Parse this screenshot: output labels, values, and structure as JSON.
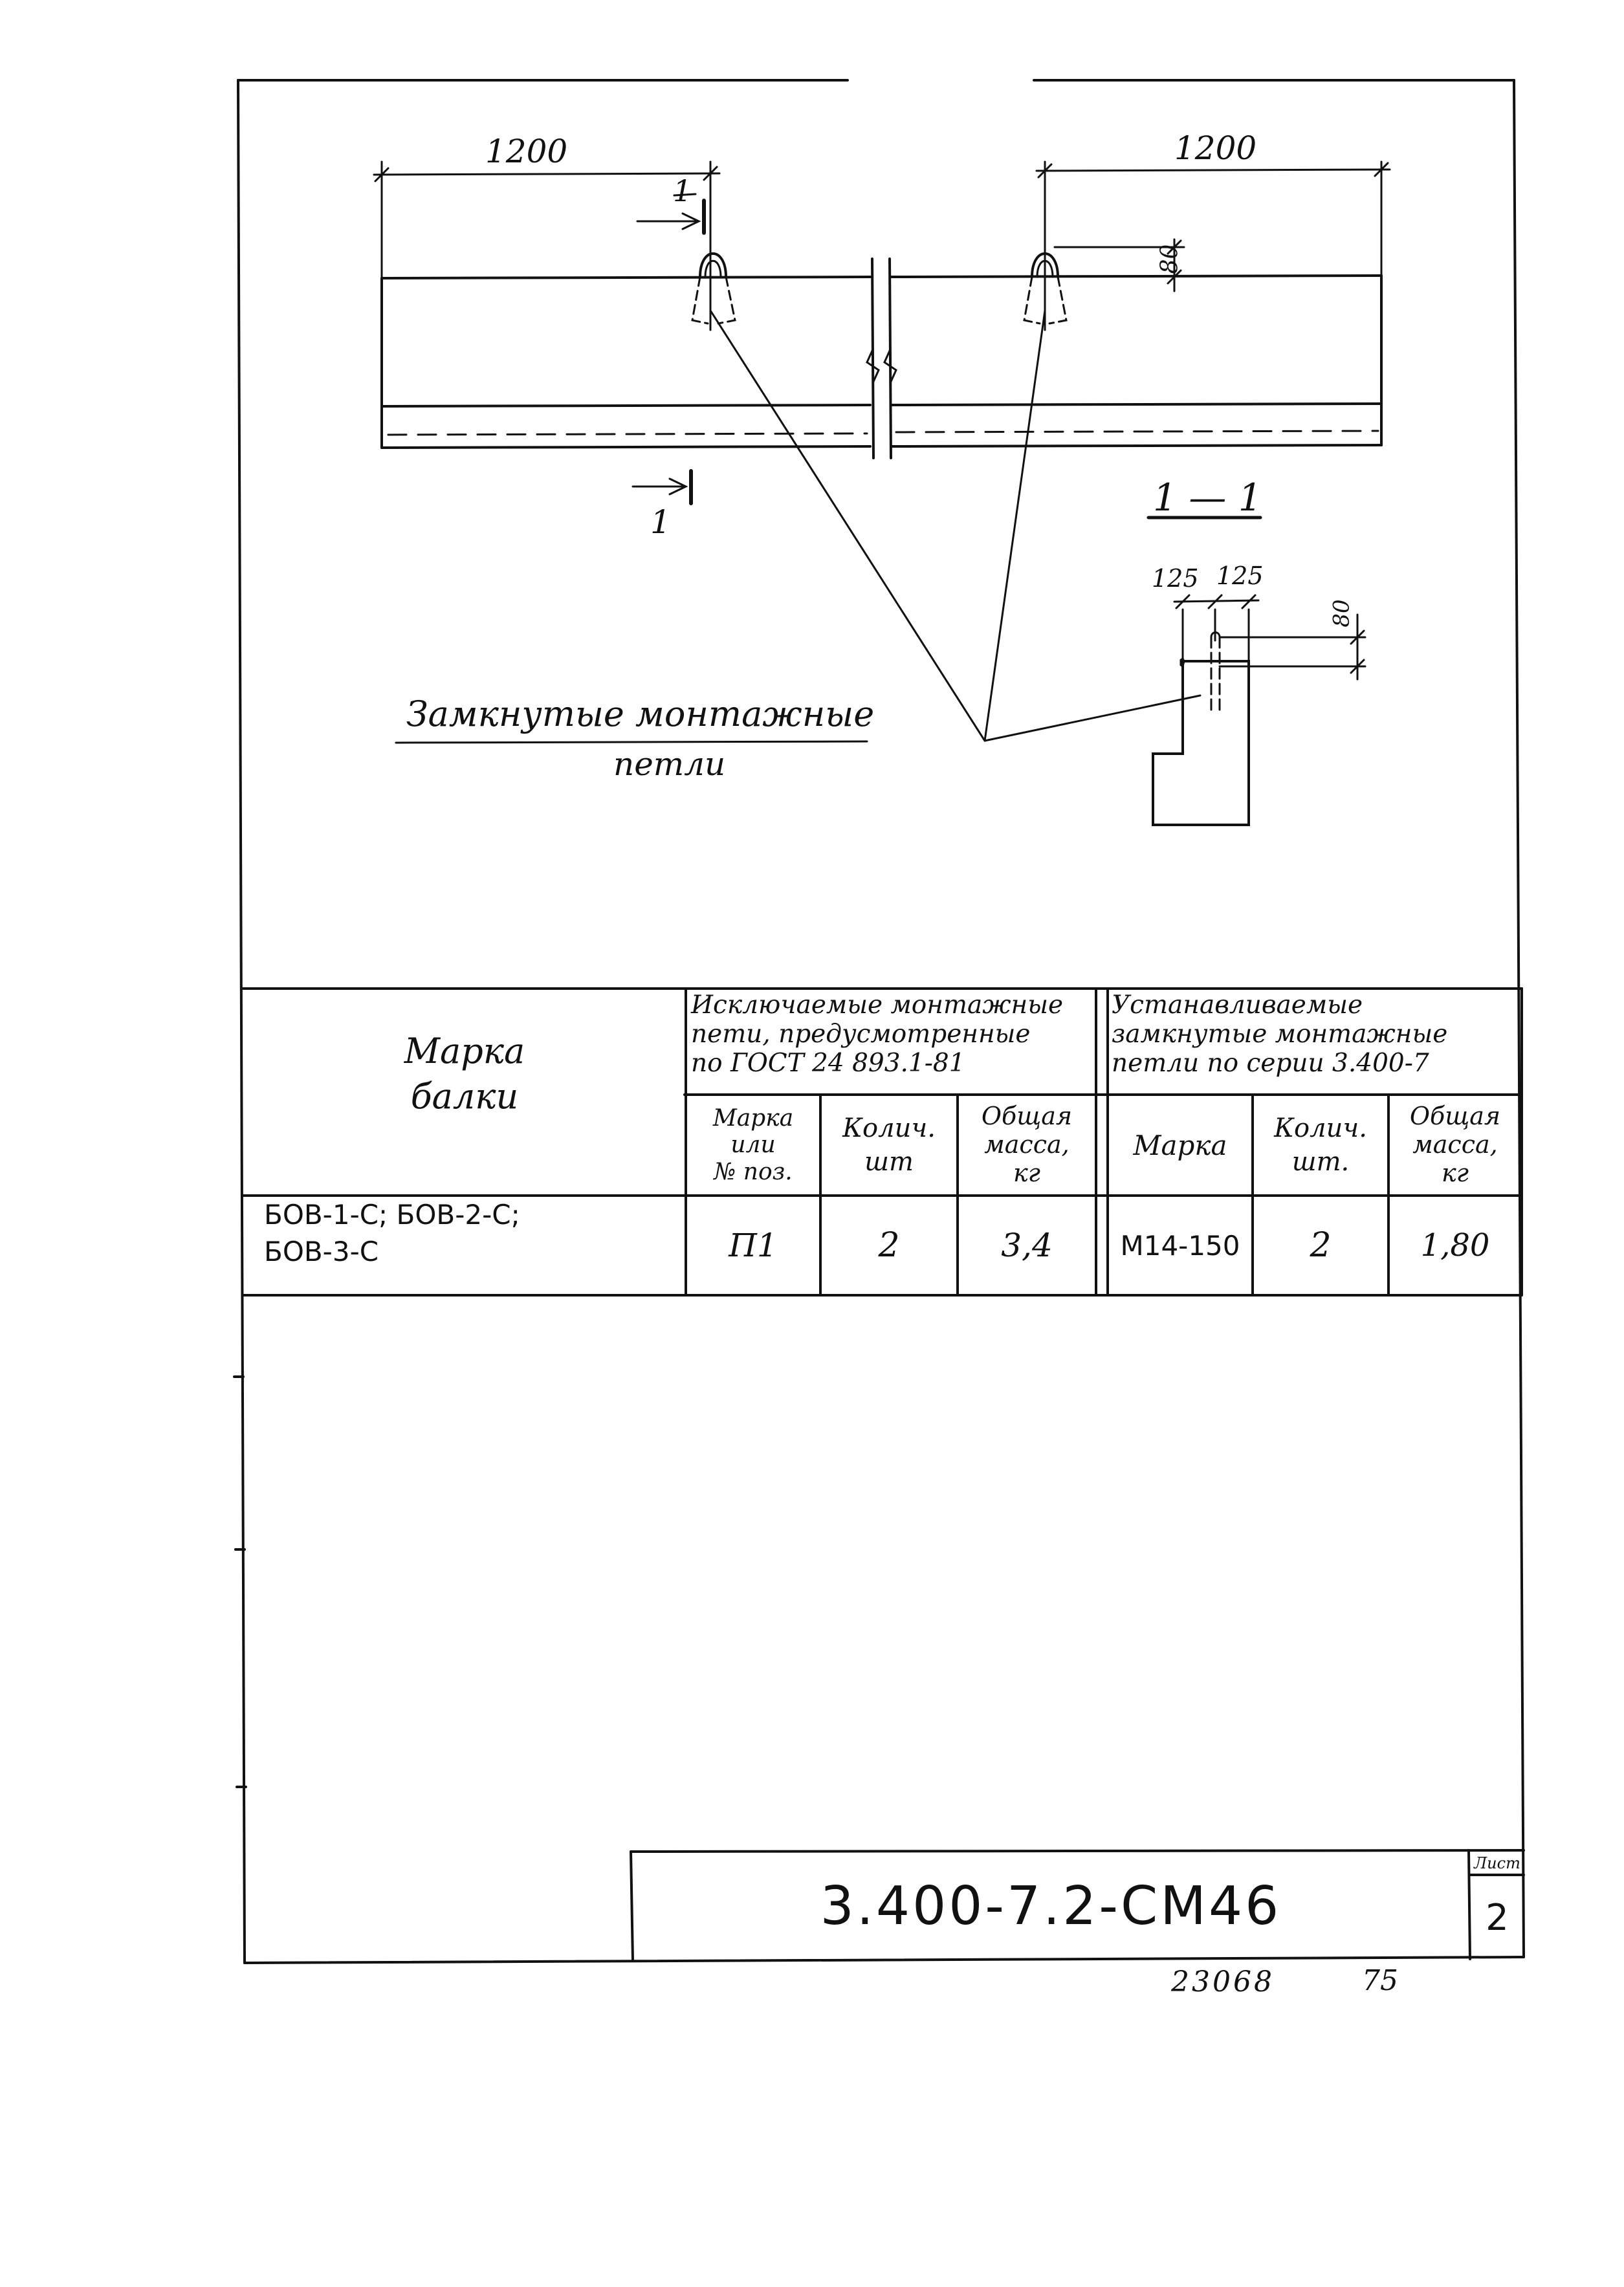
{
  "drawing": {
    "dim_left": "1200",
    "dim_right": "1200",
    "dim_loop_height": "80",
    "section_mark": "1",
    "section_title": "1 — 1",
    "section_dim_a": "125",
    "section_dim_b": "125",
    "section_dim_height": "80",
    "leader_label_line1": "Замкнутые монтажные",
    "leader_label_line2": "петли"
  },
  "table": {
    "col_mark_header_line1": "Марка",
    "col_mark_header_line2": "балки",
    "group_excluded_line1": "Исключаемые монтажные",
    "group_excluded_line2": "пети, предусмотренные",
    "group_excluded_line3": "по ГОСТ 24 893.1-81",
    "group_installed_line1": "Устанавливаемые",
    "group_installed_line2": "замкнутые монтажные",
    "group_installed_line3": "петли по серии 3.400-7",
    "excl_col1_line1": "Марка",
    "excl_col1_line2": "или",
    "excl_col1_line3": "№ поз.",
    "excl_col2_line1": "Колич.",
    "excl_col2_line2": "шт",
    "excl_col3_line1": "Общая",
    "excl_col3_line2": "масса,",
    "excl_col3_line3": "кг",
    "inst_col1": "Марка",
    "inst_col2_line1": "Колич.",
    "inst_col2_line2": "шт.",
    "inst_col3_line1": "Общая",
    "inst_col3_line2": "масса,",
    "inst_col3_line3": "кг",
    "row": {
      "beam_marks_line1": "БОВ-1-С; БОВ-2-С;",
      "beam_marks_line2": "БОВ-3-С",
      "excl_mark": "П1",
      "excl_qty": "2",
      "excl_mass": "3,4",
      "inst_mark": "М14-150",
      "inst_qty": "2",
      "inst_mass": "1,80"
    }
  },
  "title_block": {
    "designation": "3.400-7.2-СМ46",
    "sheet_label": "Лист",
    "sheet_number": "2"
  },
  "footer": {
    "inventory_number": "23068",
    "second_number": "75"
  }
}
